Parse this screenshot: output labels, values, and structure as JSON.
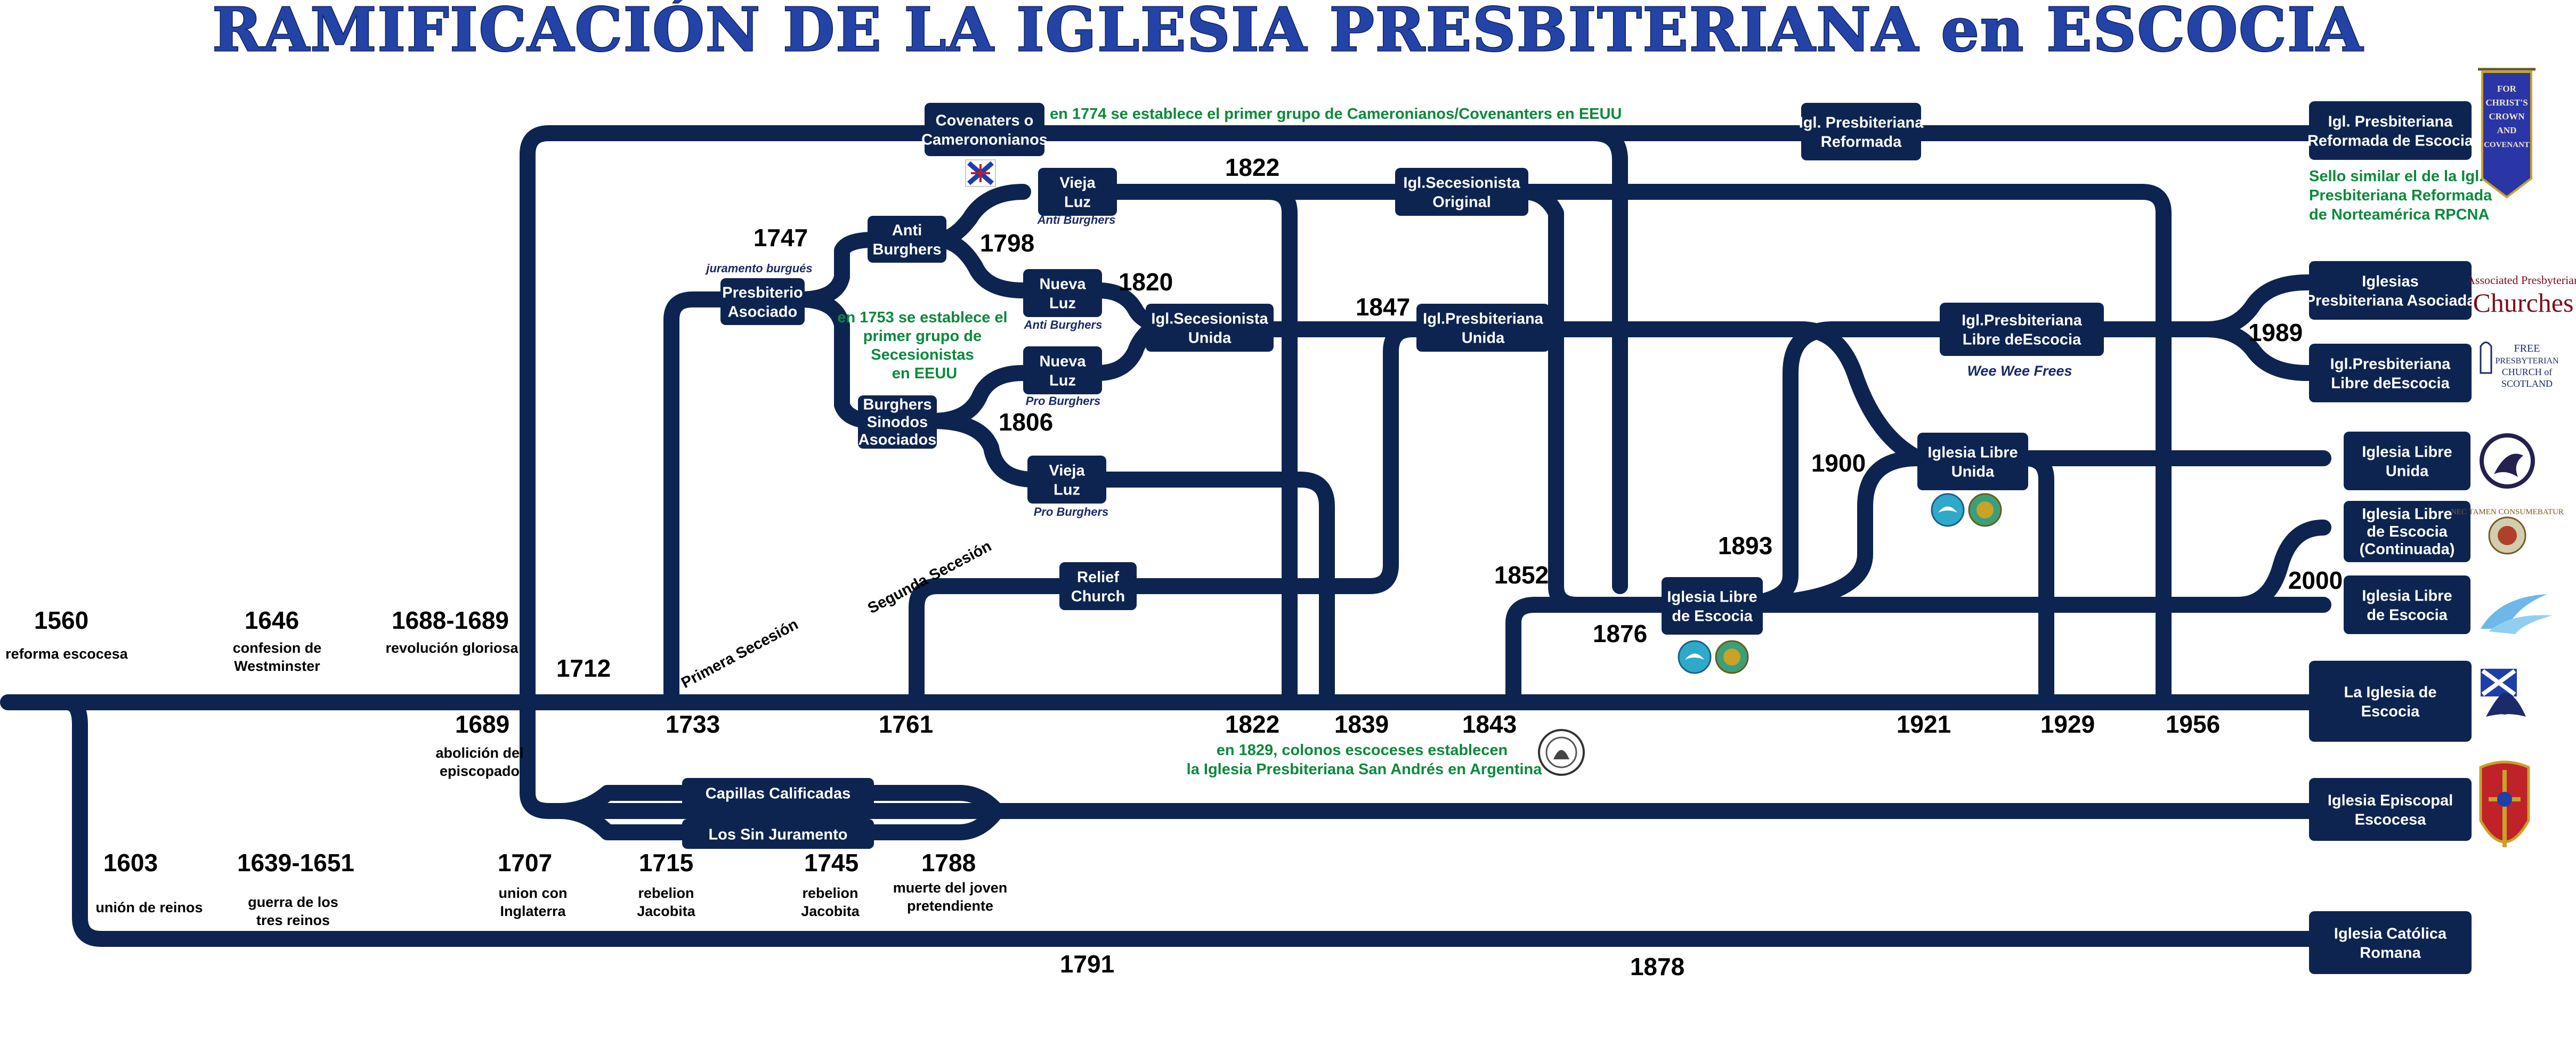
{
  "title": "RAMIFICACIÓN DE LA IGLESIA PRESBITERIANA en ESCOCIA",
  "colors": {
    "line": "#0d2450",
    "box": "#0d2450",
    "title": "#2443a6",
    "green_note": "#0a8a3a"
  },
  "boxes": {
    "covenaters": [
      "Covenaters o",
      "Camerononianos"
    ],
    "presbiterio_asociado": [
      "Presbiterio",
      "Asociado"
    ],
    "anti_burghers": [
      "Anti",
      "Burghers"
    ],
    "burghers": [
      "Burghers",
      "Sinodos",
      "Asociados"
    ],
    "vieja_luz_anti": [
      "Vieja",
      "Luz"
    ],
    "nueva_luz_anti": [
      "Nueva",
      "Luz"
    ],
    "nueva_luz_pro": [
      "Nueva",
      "Luz"
    ],
    "vieja_luz_pro": [
      "Vieja",
      "Luz"
    ],
    "secesionista_unida": [
      "Igl.Secesionista",
      "Unida"
    ],
    "secesionista_original": [
      "Igl.Secesionista",
      "Original"
    ],
    "presbiteriana_unida": [
      "Igl.Presbiteriana",
      "Unida"
    ],
    "relief_church": [
      "Relief",
      "Church"
    ],
    "presbiteriana_reformada_mid": [
      "Igl. Presbiteriana",
      "Reformada"
    ],
    "libre_escocia_1": [
      "Iglesia Libre",
      "de Escocia"
    ],
    "libre_unida": [
      "Iglesia Libre",
      "Unida"
    ],
    "presbiteriana_libre_mid": [
      "Igl.Presbiteriana",
      "Libre deEscocia"
    ],
    "capillas": [
      "Capillas Calificadas"
    ],
    "sin_juramento": [
      "Los Sin Juramento"
    ],
    "right_reformada": [
      "Igl. Presbiteriana",
      "Reformada de Escocia"
    ],
    "right_asociada": [
      "Iglesias",
      "Presbiteriana Asociada"
    ],
    "right_libre": [
      "Igl.Presbiteriana",
      "Libre deEscocia"
    ],
    "right_libre_unida": [
      "Iglesia Libre",
      "Unida"
    ],
    "right_continuada": [
      "Iglesia Libre",
      "de Escocia",
      "(Continuada)"
    ],
    "right_libre_escocia": [
      "Iglesia Libre",
      "de Escocia"
    ],
    "right_iglesia_escocia": [
      "La Iglesia de",
      "Escocia"
    ],
    "right_episcopal": [
      "Iglesia Episcopal",
      "Escocesa"
    ],
    "right_catolica": [
      "Iglesia Católica",
      "Romana"
    ]
  },
  "years": {
    "y1560": "1560",
    "y1646": "1646",
    "y1688": "1688-1689",
    "y1712": "1712",
    "y1689": "1689",
    "y1733": "1733",
    "y1761": "1761",
    "y1747": "1747",
    "y1798": "1798",
    "y1822top": "1822",
    "y1820": "1820",
    "y1806": "1806",
    "y1847": "1847",
    "y1822": "1822",
    "y1839": "1839",
    "y1843": "1843",
    "y1852": "1852",
    "y1876": "1876",
    "y1893": "1893",
    "y1900": "1900",
    "y1921": "1921",
    "y1929": "1929",
    "y1956": "1956",
    "y1989": "1989",
    "y2000": "2000",
    "y1603": "1603",
    "y1639": "1639-1651",
    "y1707": "1707",
    "y1715": "1715",
    "y1745": "1745",
    "y1788": "1788",
    "y1791": "1791",
    "y1878": "1878"
  },
  "notes": {
    "reforma": [
      "reforma escocesa"
    ],
    "confesion": [
      "confesion de",
      "Westminster"
    ],
    "revolucion": [
      "revolución gloriosa"
    ],
    "abolicion": [
      "abolición del",
      "episcopado"
    ],
    "union_reinos": [
      "unión de reinos"
    ],
    "guerra": [
      "guerra de los",
      "tres reinos"
    ],
    "union_inglaterra": [
      "union con",
      "Inglaterra"
    ],
    "rebelion1715": [
      "rebelion",
      "Jacobita"
    ],
    "rebelion1745": [
      "rebelion",
      "Jacobita"
    ],
    "muerte": [
      "muerte del joven",
      "pretendiente"
    ]
  },
  "italics": {
    "juramento": "juramento burgués",
    "anti1": "Anti Burghers",
    "anti2": "Anti Burghers",
    "pro1": "Pro Burghers",
    "pro2": "Pro Burghers",
    "wee": "Wee Wee Frees"
  },
  "rotated": {
    "primera": "Primera Secesión",
    "segunda": "Segunda Secesión"
  },
  "green_notes": {
    "covenanters_1774": "en 1774 se establece el primer grupo de Cameronianos/Covenanters en EEUU",
    "secesionistas_1753": [
      "en 1753 se establece el",
      "primer grupo de",
      "Secesionistas",
      "en EEUU"
    ],
    "argentina_1829": [
      "en 1829, colonos escoceses establecen",
      "la Iglesia Presbiteriana San Andrés en Argentina"
    ],
    "sello": [
      "Sello similar el de la Igl.",
      "Presbiteriana Reformada",
      "de Norteamérica RPCNA"
    ]
  },
  "logos": {
    "banner": [
      "FOR",
      "CHRIST'S",
      "CROWN",
      "AND",
      "COVENANT"
    ],
    "associated_small": "Associated Presbyterian",
    "associated_big": "Churches",
    "free_church": [
      "FREE",
      "PRESBYTERIAN",
      "CHURCH of",
      "SCOTLAND"
    ],
    "nec_tamen": "NEC TAMEN CONSUMEBATUR"
  },
  "icons": [
    "saltire-flag-icon",
    "dove-logo-icon",
    "burning-bush-logo-icon",
    "church-seal-icon",
    "wave-logo-icon",
    "thistle-logo-icon",
    "episcopal-shield-icon"
  ]
}
